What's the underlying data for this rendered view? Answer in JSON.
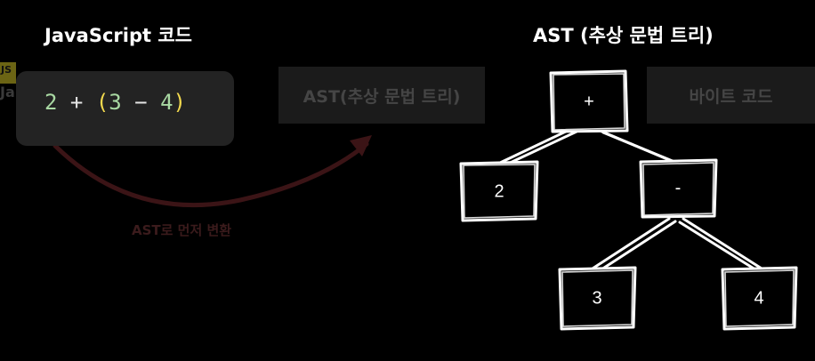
{
  "titles": {
    "left": "JavaScript 코드",
    "right": "AST (추상 문법 트리)"
  },
  "code": {
    "tokens": [
      "2",
      "+",
      "(",
      "3",
      "−",
      "4",
      ")"
    ]
  },
  "background": {
    "js_badge": "JS",
    "js_text": "Ja",
    "ast_box_label": "AST(추상 문법 트리)",
    "bytecode_box_label": "바이트 코드",
    "arrow_caption": "AST로 먼저 변환"
  },
  "tree": {
    "root": "+",
    "left_child": "2",
    "right_child": "-",
    "right_left_child": "3",
    "right_right_child": "4"
  },
  "colors": {
    "background": "#000000",
    "node_border": "#ffffff",
    "code_card": "#232323",
    "number_token": "#a9d9a3",
    "paren_token": "#f2d94e",
    "faded_arrow": "#3b1416"
  }
}
